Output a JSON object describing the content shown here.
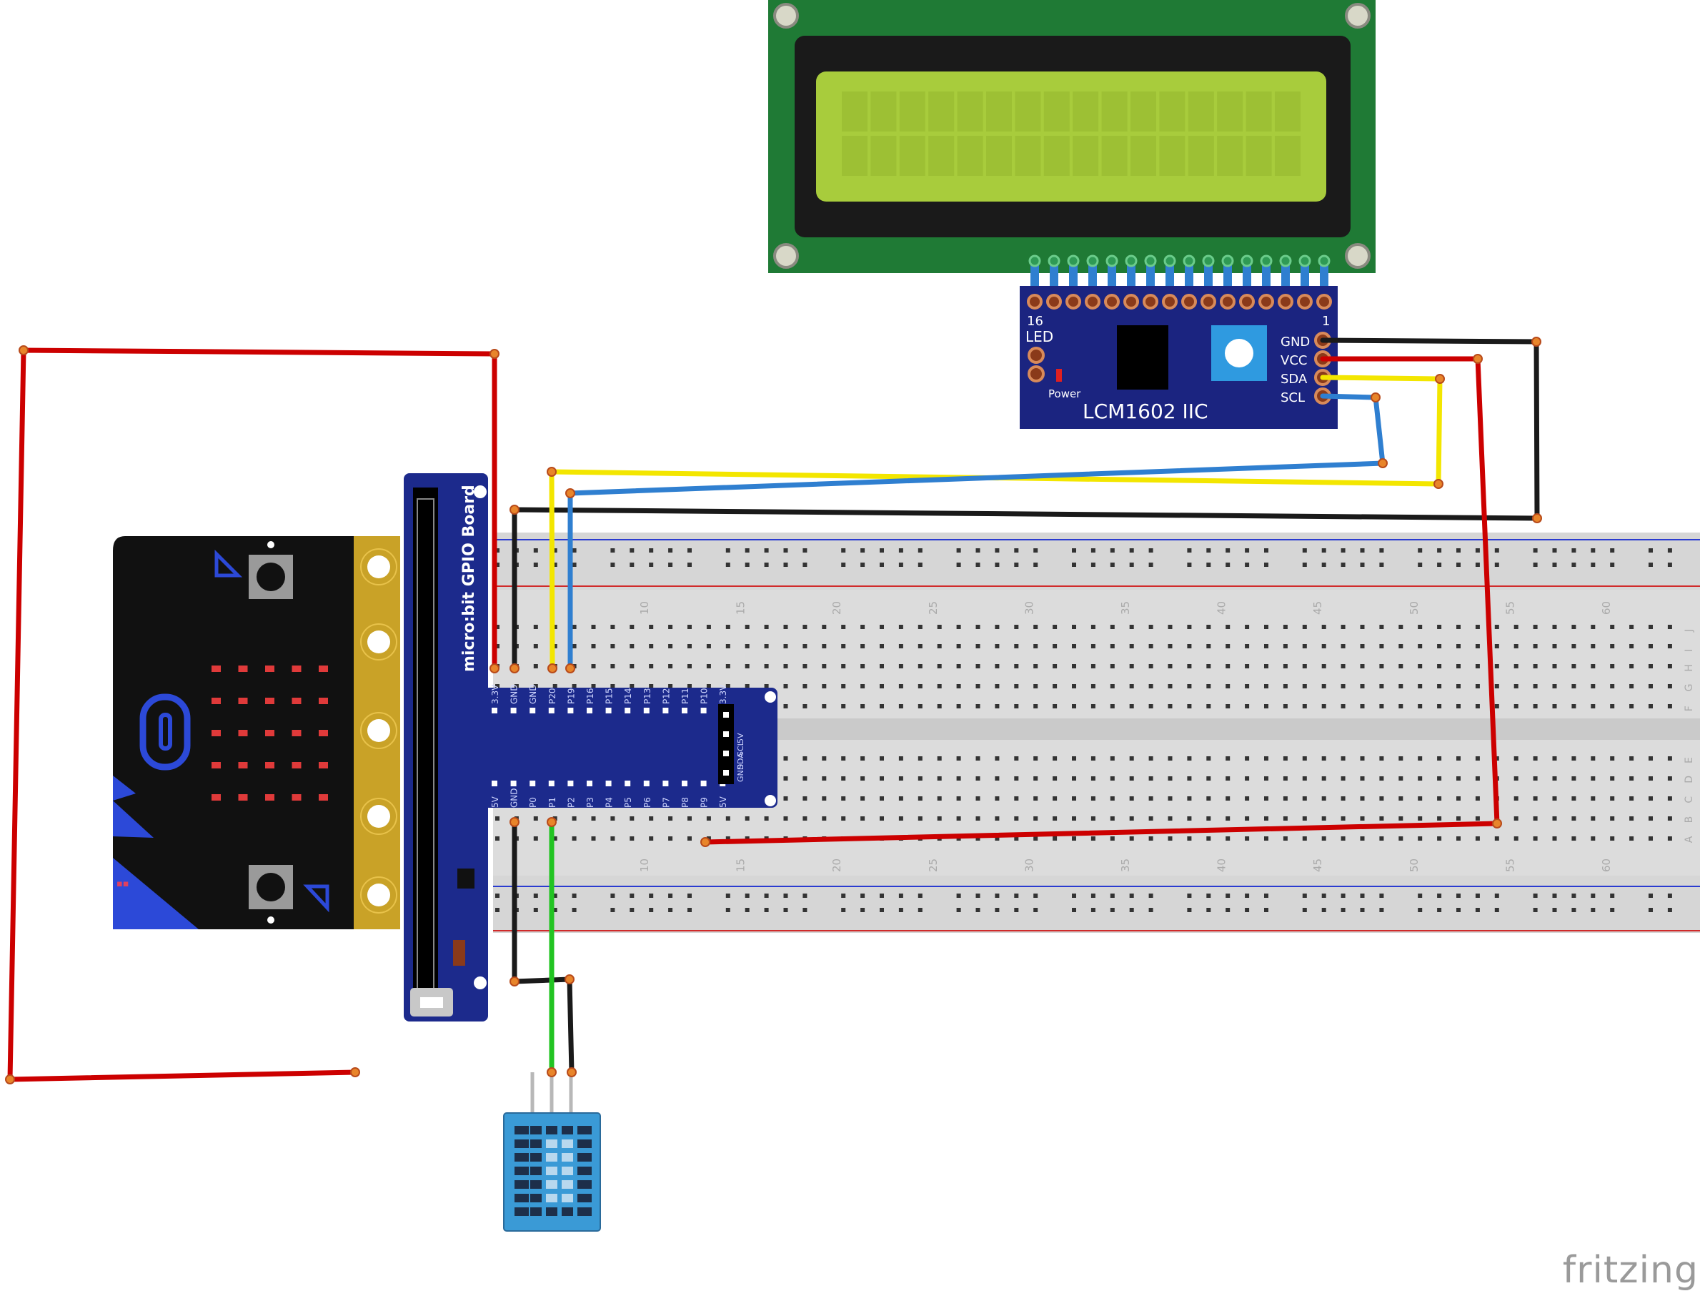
{
  "gpio_board": {
    "title": "micro:bit GPIO Board",
    "top_pins": [
      "3.3V",
      "GND",
      "GND",
      "P20",
      "P19",
      "P16",
      "P15",
      "P14",
      "P13",
      "P12",
      "P11",
      "P10",
      "3.3V"
    ],
    "bottom_pins": [
      "5V",
      "GND",
      "P0",
      "P1",
      "P2",
      "P3",
      "P4",
      "P5",
      "P6",
      "P7",
      "P8",
      "P9",
      "5V"
    ],
    "side_pins": [
      "5V",
      "SCL",
      "SDA",
      "GND"
    ]
  },
  "lcd_module": {
    "title": "LCM1602 IIC",
    "pin_labels": [
      "GND",
      "VCC",
      "SDA",
      "SCL"
    ],
    "led_label": "LED",
    "power_label": "Power",
    "pin_16": "16",
    "pin_1": "1"
  },
  "breadboard": {
    "column_numbers": [
      "10",
      "15",
      "20",
      "25",
      "30",
      "35",
      "40",
      "45",
      "50",
      "55",
      "60"
    ],
    "row_letters_top": [
      "J",
      "I",
      "H",
      "G",
      "F"
    ],
    "row_letters_bottom": [
      "E",
      "D",
      "C",
      "B",
      "A"
    ]
  },
  "watermark": "fritzing",
  "colors": {
    "wire_red": "#cc0000",
    "wire_black": "#1a1a1a",
    "wire_yellow": "#f3e600",
    "wire_blue": "#2f7fd0",
    "wire_green": "#22c422",
    "lcd_pcb": "#1f7a35",
    "lcd_screen": "#a8cc3c",
    "i2c_board": "#1b2480",
    "gpio_board": "#1c2a8c",
    "sensor": "#3a9ad6",
    "microbit": "#111111"
  }
}
